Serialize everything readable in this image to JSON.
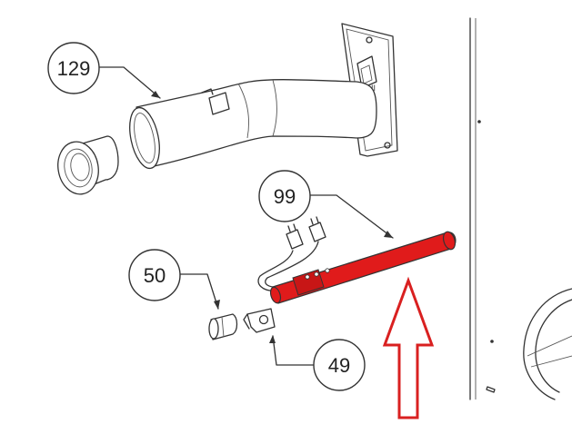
{
  "callouts": [
    {
      "id": "129",
      "label": "129"
    },
    {
      "id": "99",
      "label": "99"
    },
    {
      "id": "50",
      "label": "50"
    },
    {
      "id": "49",
      "label": "49"
    }
  ],
  "colors": {
    "highlight_part": "#e01b1b",
    "pointer_arrow": "#d92020",
    "line": "#333333",
    "background": "#ffffff"
  },
  "icons": {
    "pointer": "arrow-up-outline-icon"
  }
}
